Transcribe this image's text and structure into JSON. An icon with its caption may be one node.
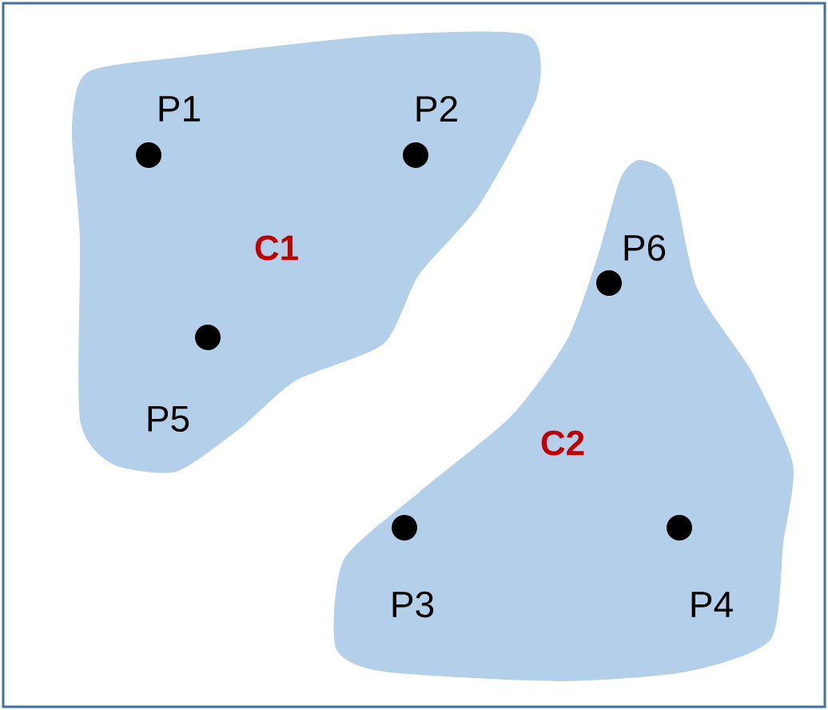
{
  "diagram": {
    "nodes": [
      {
        "text": [
          "C1"
        ]
      },
      {
        "text": [
          "P1"
        ],
        "in": 0
      },
      {
        "text": [
          "P2"
        ],
        "in": 0
      },
      {
        "text": [
          "P5"
        ],
        "in": 0
      },
      {
        "text": [
          "C2"
        ]
      },
      {
        "text": [
          "P6"
        ],
        "in": 4
      },
      {
        "text": [
          "P3"
        ],
        "in": 4
      },
      {
        "text": [
          "P4"
        ],
        "in": 4
      }
    ],
    "edges": []
  }
}
